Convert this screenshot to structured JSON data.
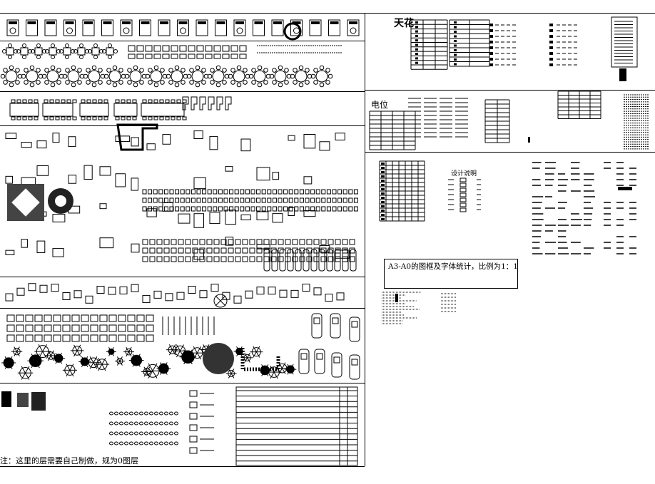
{
  "panels": {
    "ceiling": {
      "title": "天花"
    },
    "electrical": {
      "title": "电位"
    },
    "fonts": {
      "frame_note": "A3-A0的图框及字体统计，比例为1：1",
      "stat_title": "设计说明"
    },
    "bottom_left": {
      "note": "注：这里的层需要自己制做，规为0图层"
    }
  },
  "icons": [
    "furniture-block",
    "dining-table-block",
    "sofa-block",
    "bed-block",
    "plant-block",
    "car-block",
    "toilet-block",
    "door-block"
  ]
}
